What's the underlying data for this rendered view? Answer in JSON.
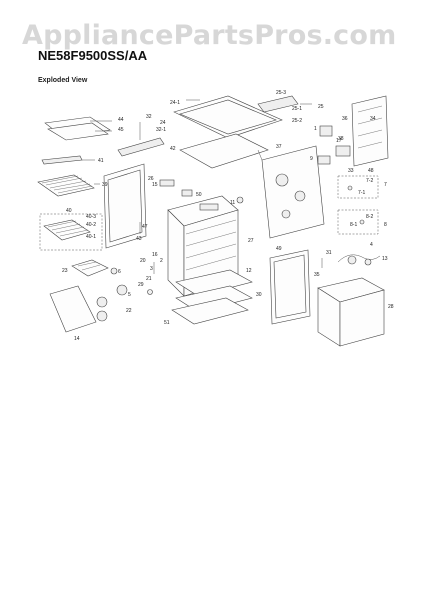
{
  "header": {
    "watermark": "AppliancePartsPros.com",
    "model": "NE58F9500SS/AA",
    "view_title": "Exploded View"
  },
  "part_labels": [
    "44",
    "45",
    "41",
    "39",
    "40",
    "40-2",
    "40-3",
    "40-1",
    "23",
    "6",
    "24",
    "24-1",
    "32",
    "32-1",
    "42",
    "25-3",
    "25-1",
    "25",
    "25-2",
    "1",
    "17",
    "9",
    "36",
    "38",
    "37",
    "33",
    "48",
    "7",
    "7-1",
    "7-2",
    "8",
    "8-2",
    "8-1",
    "4",
    "13",
    "31",
    "35",
    "28",
    "50",
    "15",
    "26",
    "43",
    "47",
    "11",
    "27",
    "49",
    "16",
    "22",
    "34",
    "30",
    "12",
    "2",
    "3",
    "21",
    "20",
    "29",
    "51",
    "5",
    "14"
  ]
}
